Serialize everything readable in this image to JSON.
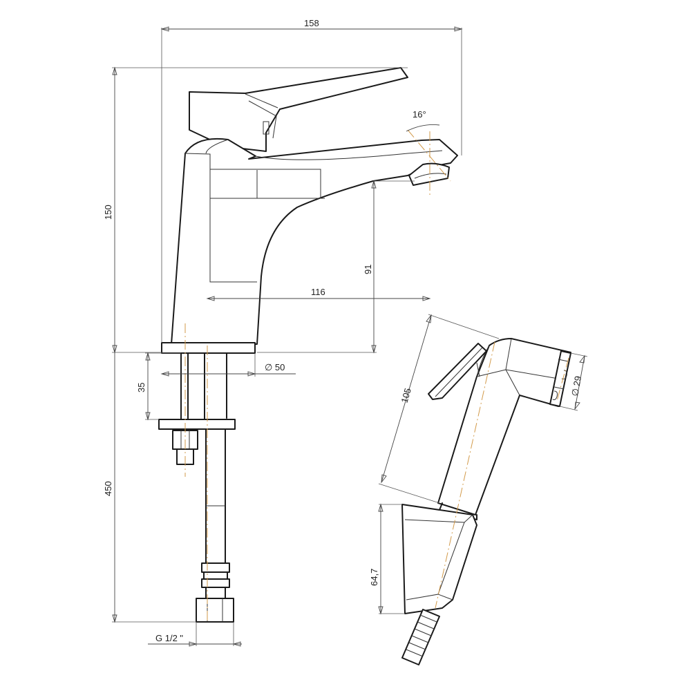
{
  "dimensions": {
    "overall_width": "158",
    "overall_height": "150",
    "spout_height": "91",
    "spout_reach": "116",
    "base_diameter": "∅ 50",
    "deck_thickness": "35",
    "hose_length": "450",
    "thread": "G 1/2 \"",
    "spout_angle": "16°",
    "shower_length": "105",
    "shower_diameter": "∅ 29",
    "holder_height": "64,7"
  },
  "colors": {
    "line": "#1a1a1a",
    "centerline": "#d29a4a",
    "dimension": "#444444"
  }
}
